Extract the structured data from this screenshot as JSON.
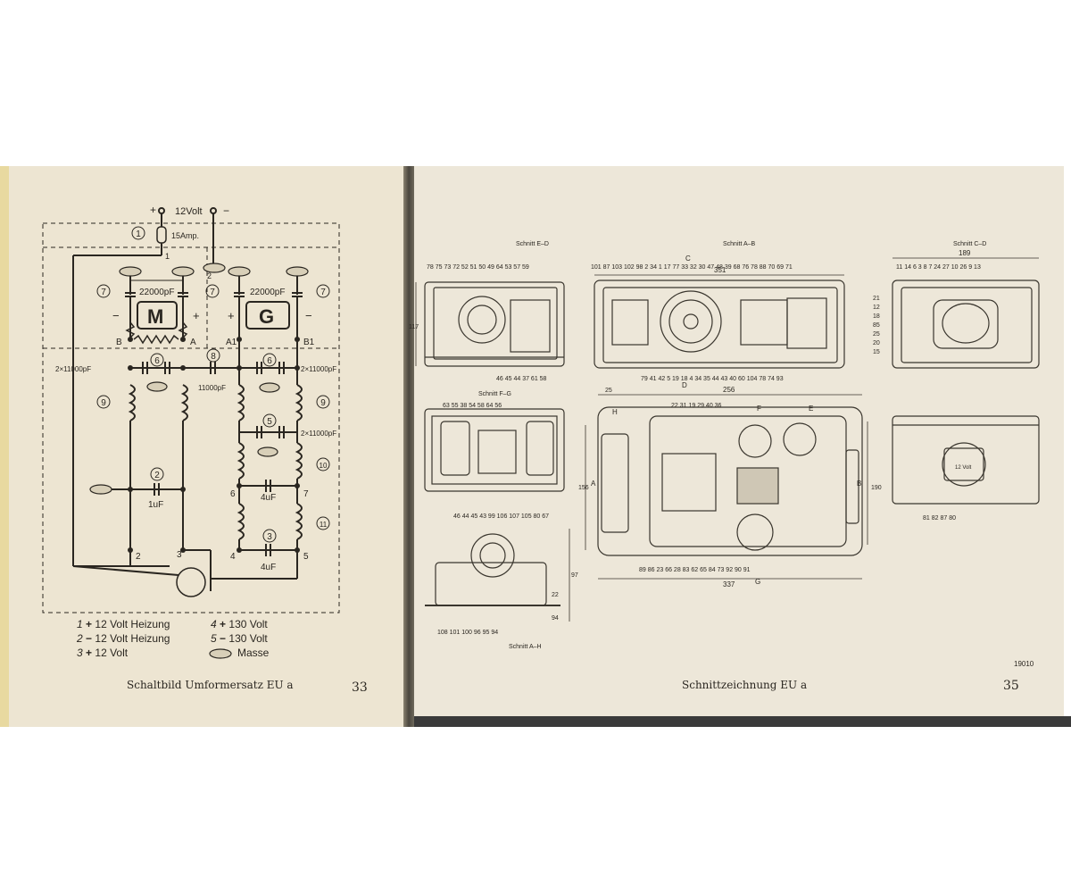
{
  "left_page": {
    "supply_label": "12Volt",
    "plus": "+",
    "minus": "−",
    "fuse_label": "15Amp.",
    "terminal_1": "1",
    "terminal_2": "2",
    "terminal_3": "3",
    "terminal_4": "4",
    "terminal_5": "5",
    "terminal_6": "6",
    "terminal_7": "7",
    "cap_22000_left": "22000pF",
    "cap_22000_right": "22000pF",
    "motor_label": "M",
    "generator_label": "G",
    "node_B": "B",
    "node_A": "A",
    "node_A1": "A1",
    "node_B1": "B1",
    "cap_2x11000_left": "2×11000pF",
    "cap_2x11000_right": "2×11000pF",
    "cap_2x11000_mid": "2×11000pF",
    "cap_11000": "11000pF",
    "cap_1uF": "1uF",
    "cap_4uF_a": "4uF",
    "cap_4uF_b": "4uF",
    "circle_1": "1",
    "circle_2": "2",
    "circle_3": "3",
    "circle_5": "5",
    "circle_6": "6",
    "circle_7": "7",
    "circle_8": "8",
    "circle_9": "9",
    "circle_10": "10",
    "circle_11": "11",
    "legend": [
      {
        "num": "1",
        "sign": "+",
        "text": "12 Volt Heizung"
      },
      {
        "num": "2",
        "sign": "−",
        "text": "12 Volt Heizung"
      },
      {
        "num": "3",
        "sign": "+",
        "text": "12 Volt"
      },
      {
        "num": "4",
        "sign": "+",
        "text": "130 Volt"
      },
      {
        "num": "5",
        "sign": "−",
        "text": "130 Volt"
      },
      {
        "num": "",
        "sign": "",
        "text": "Masse"
      }
    ],
    "caption": "Schaltbild Umformersatz EU a",
    "page_number": "33"
  },
  "right_page": {
    "section_ED": "Schnitt E–D",
    "section_AB": "Schnitt A–B",
    "section_CD": "Schnitt C–D",
    "section_FG": "Schnitt F–G",
    "section_AH": "Schnitt A–H",
    "dim_351": "351",
    "dim_189": "189",
    "dim_256": "256",
    "dim_337": "337",
    "dim_117": "117",
    "dim_156": "156",
    "dim_190": "190",
    "dim_97": "97",
    "dim_25": "25",
    "dim_22": "22",
    "dim_94": "94",
    "refs_ED_top": "78 75 73 72 52 51 50 49 64 53 57 59",
    "refs_ED_bottom": "46 45 44 37 61 58",
    "refs_AB_top": "101 87 103 102 98 2 34 1 17 77 33 32 30 47 48 39 68 76 78 88 70 69 71",
    "refs_AB_bottom": "79 41 42 5 19 18 4 34 35 44 43 40 60 104 78 74 93",
    "refs_CD_top": "11 14 6 3 8 7 24 27 10 26 9 13",
    "refs_CD_side": [
      "21",
      "12",
      "18",
      "85",
      "25",
      "20",
      "15"
    ],
    "refs_FG_top": "63 55 38 54 58 64 56",
    "refs_FG_bottom": "46 44 45 43 99 106 107 105 80 67",
    "refs_plan_top": "22 31 19 29 40 36",
    "refs_plan_bottom": "89 86 23 66 28 83 62 65 84 73 92 90 91",
    "refs_AH_bottom": "108 101 100 96 95 94",
    "refs_CD2_bottom": "81 82 87 80",
    "box_label": "12 Volt",
    "letter_H": "H",
    "letter_F": "F",
    "letter_E": "E",
    "letter_A": "A",
    "letter_B": "B",
    "letter_C": "C",
    "letter_D": "D",
    "letter_G": "G",
    "drawing_number": "19010",
    "caption": "Schnittzeichnung EU a",
    "page_number": "35"
  }
}
